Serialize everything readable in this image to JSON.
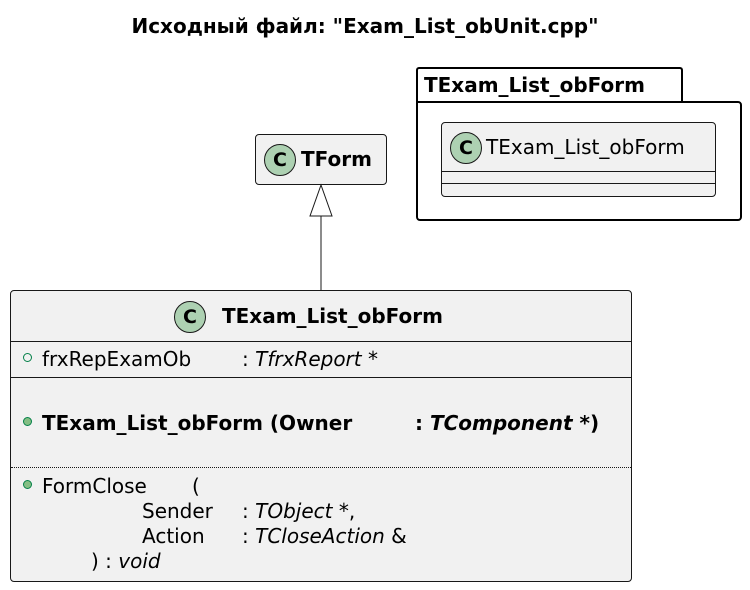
{
  "title": "Исходный файл: \"Exam_List_obUnit.cpp\"",
  "package": {
    "name": "TExam_List_obForm",
    "class": {
      "stereotype_letter": "C",
      "name": "TExam_List_obForm"
    }
  },
  "base_class": {
    "stereotype_letter": "C",
    "name": "TForm"
  },
  "main_class": {
    "stereotype_letter": "C",
    "name": "TExam_List_obForm",
    "field": {
      "name": "frxRepExamOb",
      "sep": ": ",
      "type": "TfrxReport",
      "ptr": " *"
    },
    "constructor": {
      "prefix": "TExam_List_obForm (Owner",
      "sep": ": ",
      "type": "TComponent",
      "suffix": " *)"
    },
    "method": {
      "name": "FormClose",
      "open": "(",
      "param1_name": "Sender",
      "param1_sep": ": ",
      "param1_type": "TObject",
      "param1_tail": " *,",
      "param2_name": "Action",
      "param2_sep": ": ",
      "param2_type": "TCloseAction",
      "param2_tail": " &",
      "close": ") : ",
      "return_type": "void"
    }
  },
  "relation": "generalization",
  "colors": {
    "class_fill": "#f1f1f1",
    "badge": "#add1b2",
    "border": "#181818",
    "visibility": "#038048"
  }
}
